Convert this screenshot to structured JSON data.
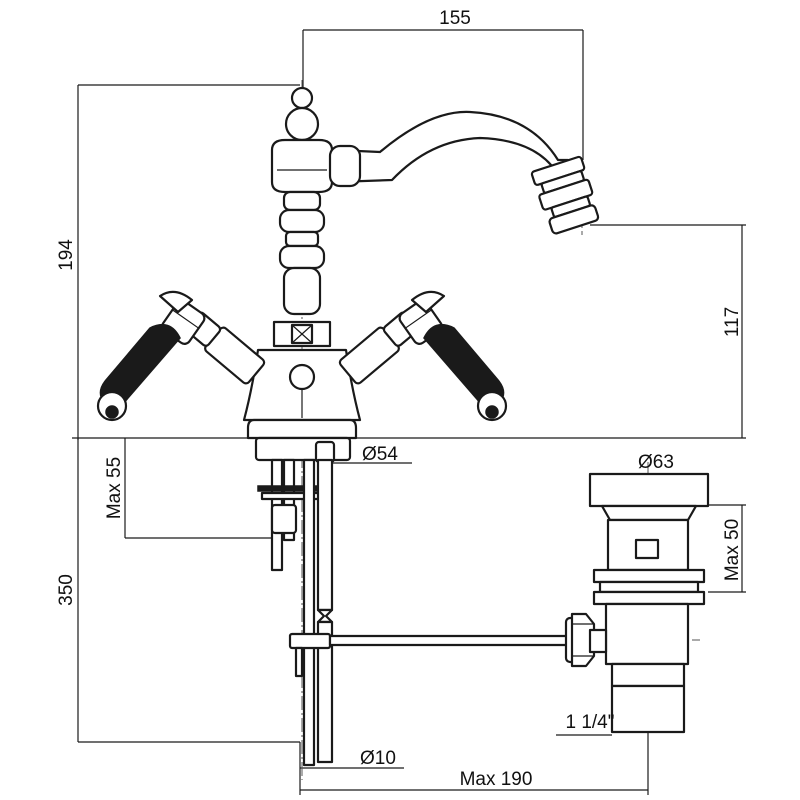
{
  "dimensions": {
    "spout_reach": "155",
    "total_height": "194",
    "spout_height": "117",
    "base_diameter": "Ø54",
    "max_deck_thickness": "Max 55",
    "tail_length": "350",
    "waste_head_diameter": "Ø63",
    "waste_max_thickness": "Max 50",
    "waste_thread": "1 1/4\"",
    "rod_diameter": "Ø10",
    "max_rod_length": "Max 190"
  }
}
